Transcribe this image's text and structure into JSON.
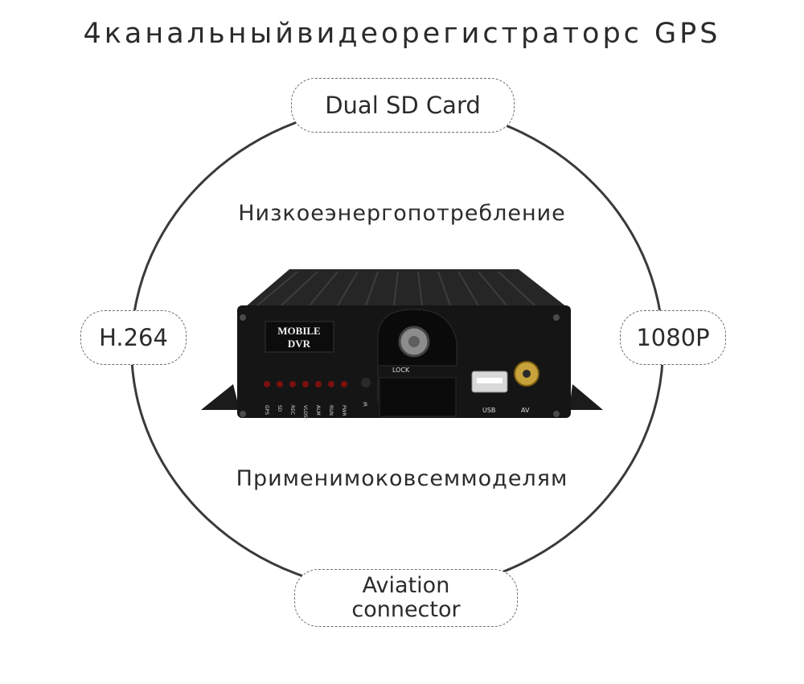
{
  "title": "4канальныйвидеорегистраторс GPS",
  "features": {
    "top": "Низкоеэнергопотребление",
    "bottom": "Применимоковсеммоделям"
  },
  "badges": {
    "top": "Dual SD Card",
    "left": "H.264",
    "right": "1080P",
    "bottom_line1": "Aviation",
    "bottom_line2": "connector"
  },
  "device": {
    "label_line1": "MOBILE",
    "label_line2": "DVR",
    "leds": [
      "GPS",
      "SD",
      "REC",
      "VLOSS",
      "ALM",
      "RUN",
      "PWR"
    ],
    "ir_label": "IR",
    "lock_label": "LOCK",
    "usb_label": "USB",
    "av_label": "AV"
  }
}
